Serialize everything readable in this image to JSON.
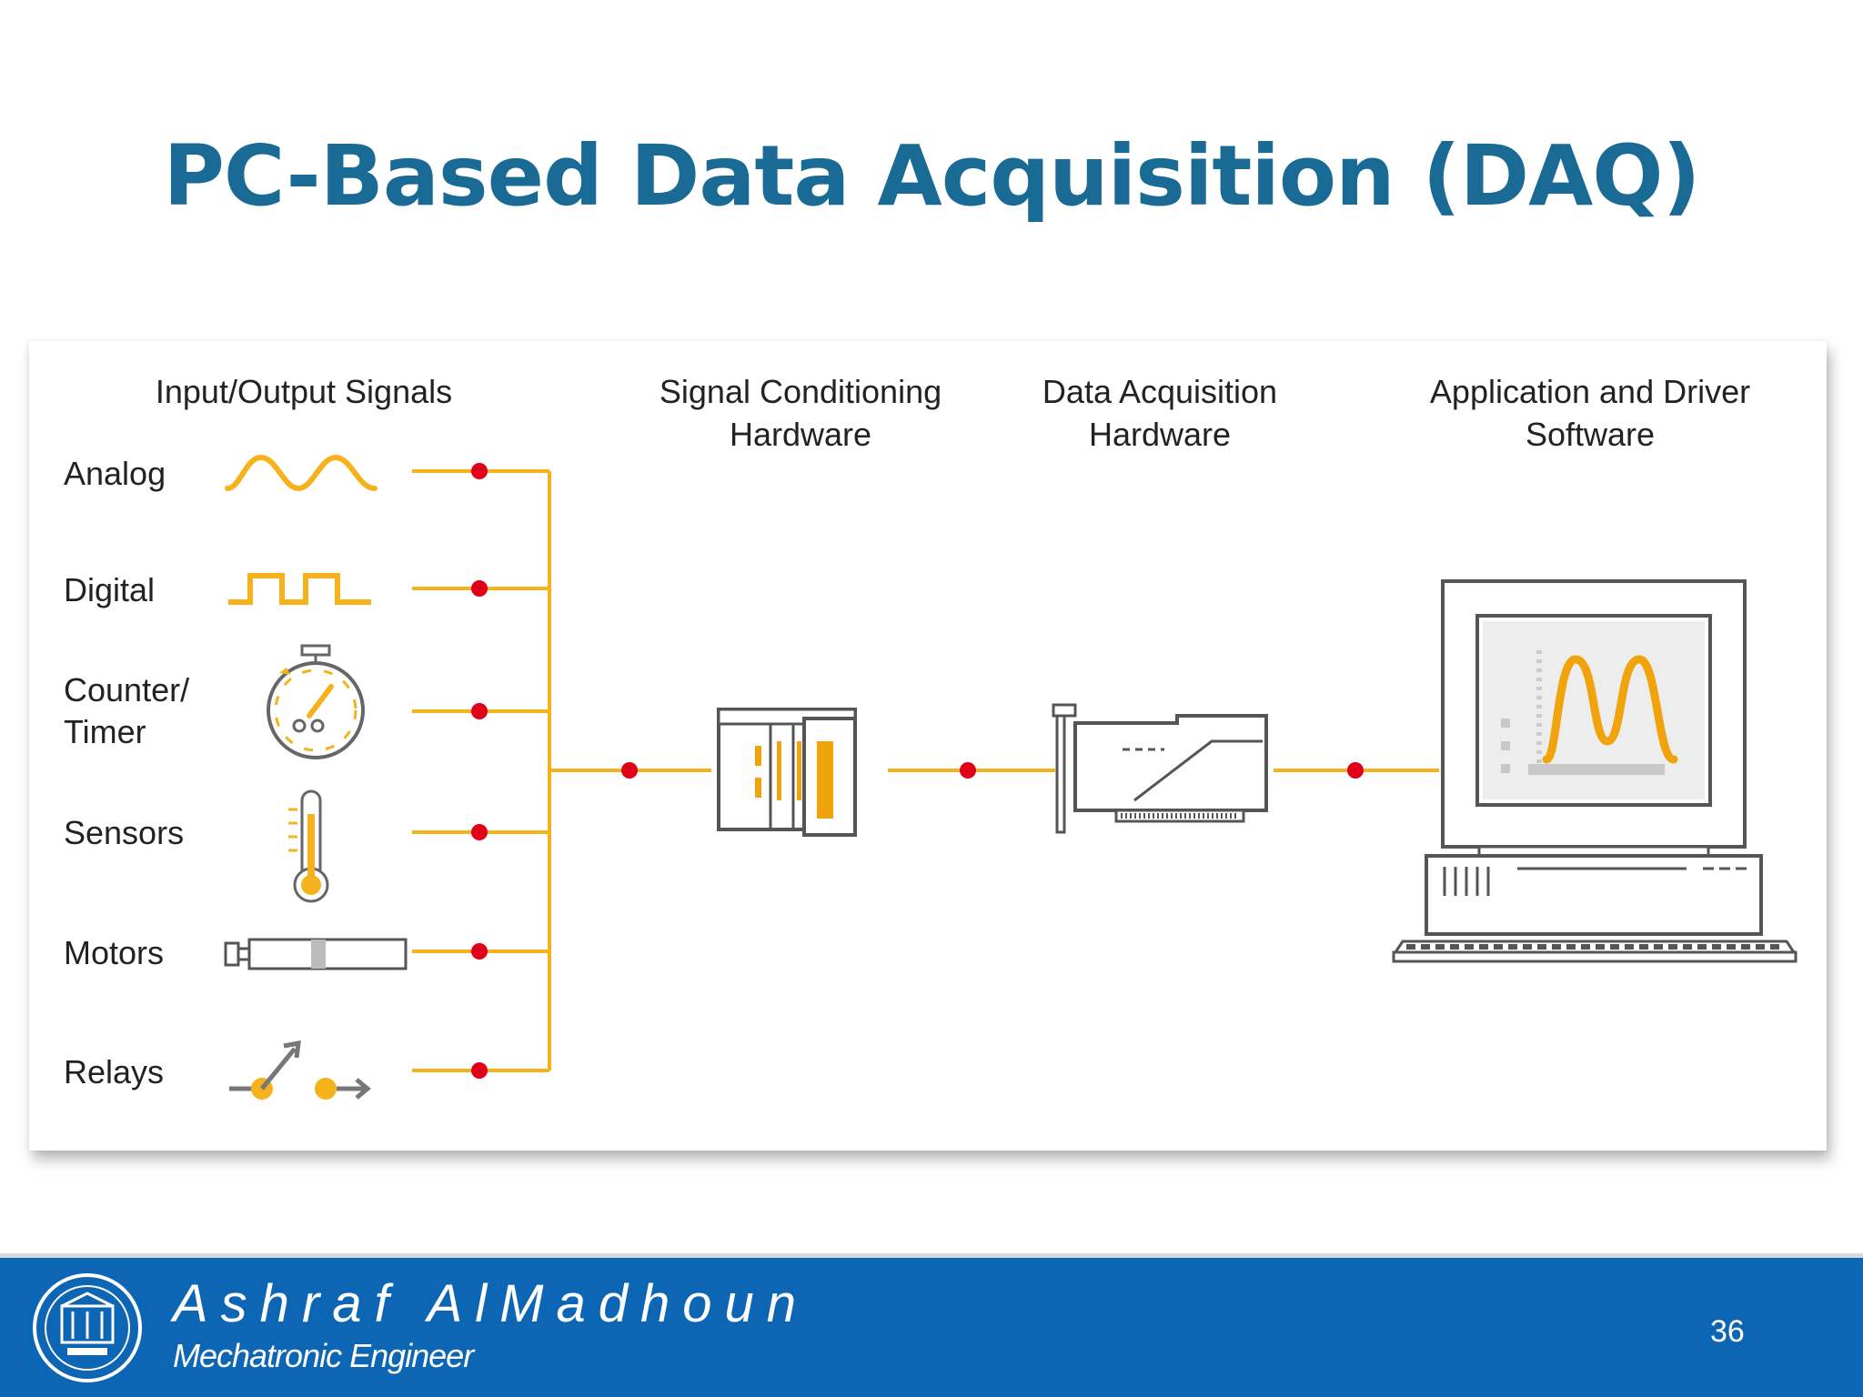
{
  "slide": {
    "title": "PC-Based Data Acquisition (DAQ)",
    "page_number": "36"
  },
  "diagram": {
    "headers": {
      "signals": "Input/Output Signals",
      "conditioning_line1": "Signal Conditioning",
      "conditioning_line2": "Hardware",
      "daq_line1": "Data Acquisition",
      "daq_line2": "Hardware",
      "software_line1": "Application and Driver",
      "software_line2": "Software"
    },
    "signals": {
      "analog": "Analog",
      "digital": "Digital",
      "counter_line1": "Counter/",
      "counter_line2": "Timer",
      "sensors": "Sensors",
      "motors": "Motors",
      "relays": "Relays"
    },
    "colors": {
      "wire": "#f5b21c",
      "node": "#e0001a",
      "accent": "#f0a30a",
      "outline": "#555555"
    }
  },
  "footer": {
    "author": "Ashraf AlMadhoun",
    "role": "Mechatronic Engineer",
    "logo": "university-seal-icon"
  }
}
